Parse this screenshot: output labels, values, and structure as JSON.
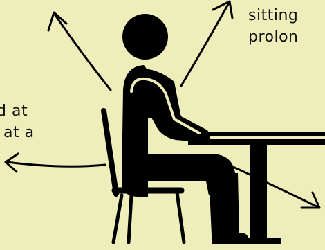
{
  "captions": {
    "top_right": [
      "sitting",
      "prolon"
    ],
    "left": [
      "d at",
      "at a"
    ]
  },
  "colors": {
    "background": "#eeeebb",
    "ink": "#111111",
    "figure": "#000000",
    "highlight": "#eeeebb"
  },
  "illustration": {
    "subject": "person-sitting-at-desk-icon",
    "arrow_count": 4
  }
}
